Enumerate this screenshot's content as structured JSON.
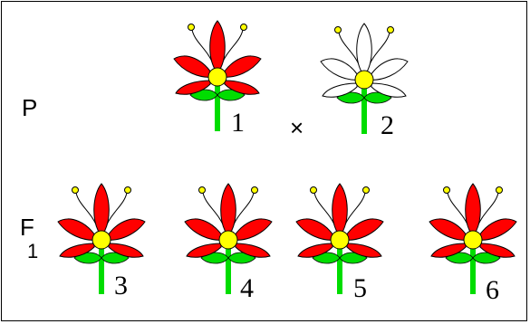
{
  "generations": {
    "parent_label": "P",
    "f1_label": "F",
    "f1_subscript": "1"
  },
  "cross_symbol": "×",
  "colors": {
    "red": "#ff0000",
    "white": "#ffffff",
    "center": "#ffff00",
    "stem": "#00dd00",
    "outline": "#000000"
  },
  "flowers": [
    {
      "number": "1",
      "petal_color": "red"
    },
    {
      "number": "2",
      "petal_color": "white"
    },
    {
      "number": "3",
      "petal_color": "red"
    },
    {
      "number": "4",
      "petal_color": "red"
    },
    {
      "number": "5",
      "petal_color": "red"
    },
    {
      "number": "6",
      "petal_color": "red"
    }
  ]
}
